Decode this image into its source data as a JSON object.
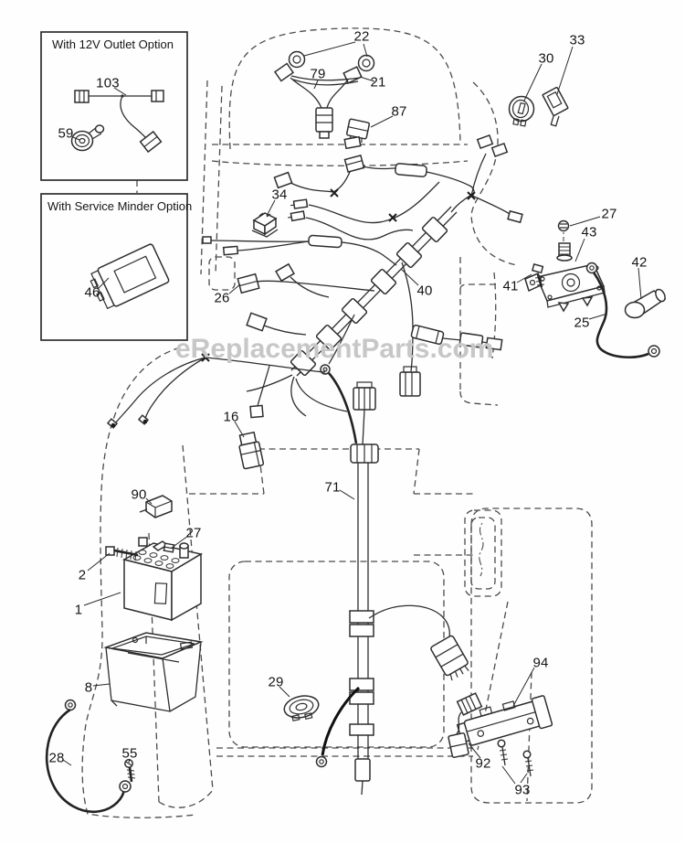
{
  "diagram": {
    "watermark": "eReplacementParts.com",
    "option_boxes": [
      {
        "title": "With 12V Outlet Option"
      },
      {
        "title": "With Service Minder Option"
      }
    ],
    "callouts": [
      {
        "label": "103"
      },
      {
        "label": "59"
      },
      {
        "label": "46"
      },
      {
        "label": "22"
      },
      {
        "label": "79"
      },
      {
        "label": "21"
      },
      {
        "label": "87"
      },
      {
        "label": "33"
      },
      {
        "label": "30"
      },
      {
        "label": "27"
      },
      {
        "label": "43"
      },
      {
        "label": "42"
      },
      {
        "label": "41"
      },
      {
        "label": "25"
      },
      {
        "label": "40"
      },
      {
        "label": "34"
      },
      {
        "label": "26"
      },
      {
        "label": "16"
      },
      {
        "label": "90"
      },
      {
        "label": "27"
      },
      {
        "label": "2"
      },
      {
        "label": "1"
      },
      {
        "label": "8"
      },
      {
        "label": "28"
      },
      {
        "label": "55"
      },
      {
        "label": "71"
      },
      {
        "label": "29"
      },
      {
        "label": "94"
      },
      {
        "label": "92"
      },
      {
        "label": "93"
      }
    ]
  },
  "colors": {
    "background": "#ffffff",
    "line": "#2e2e2e",
    "dashed": "#4b4b4b",
    "watermark": "#c7c7c7"
  }
}
